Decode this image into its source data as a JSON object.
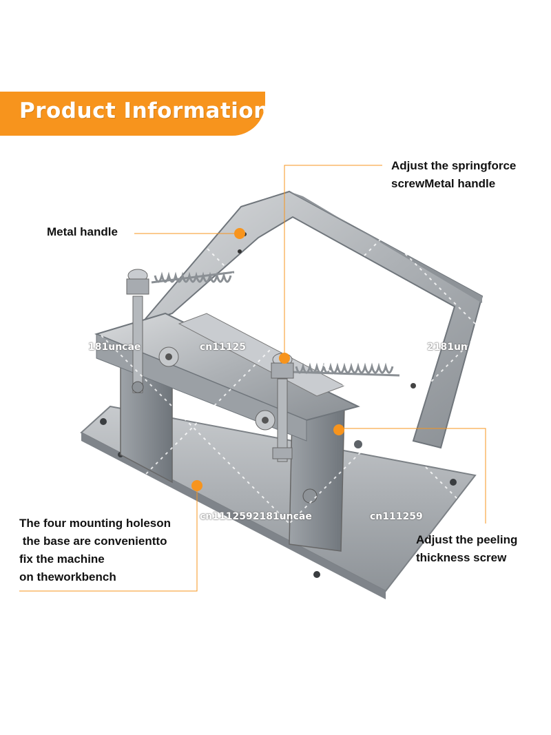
{
  "banner": {
    "title": "Product Information"
  },
  "callouts": {
    "spring": [
      "Adjust the springforce",
      "screwMetal handle"
    ],
    "handle": "Metal handle",
    "peeling": [
      "Adjust the peeling",
      "thickness screw"
    ],
    "mounting": [
      "The four mounting holeson",
      " the base are convenientto",
      "fix the machine",
      "on theworkbench"
    ]
  },
  "watermarks": [
    "181uncae",
    "cn11125",
    "2181un",
    "cn1112592181uncae",
    "cn111259"
  ],
  "colors": {
    "accent": "#f7941d",
    "leader": "#f7941d"
  }
}
